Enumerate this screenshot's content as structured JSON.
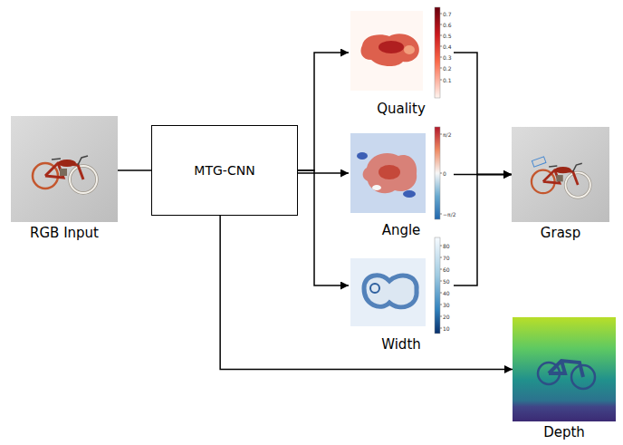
{
  "diagram": {
    "nodes": [
      {
        "text": [
          "RGB Input"
        ]
      },
      {
        "text": [
          "MTG-CNN"
        ]
      },
      {
        "text": [
          "Quality"
        ]
      },
      {
        "text": [
          "Angle"
        ]
      },
      {
        "text": [
          "Width"
        ]
      },
      {
        "text": [
          "Grasp"
        ]
      },
      {
        "text": [
          "Depth"
        ]
      }
    ],
    "edges": [
      {
        "from": 0,
        "to": 1,
        "arrow": "none"
      },
      {
        "from": 1,
        "to": 2,
        "arrow": "to"
      },
      {
        "from": 1,
        "to": 3,
        "arrow": "to"
      },
      {
        "from": 1,
        "to": 4,
        "arrow": "to"
      },
      {
        "from": 2,
        "to": 5,
        "arrow": "to"
      },
      {
        "from": 3,
        "to": 5,
        "arrow": "to"
      },
      {
        "from": 4,
        "to": 5,
        "arrow": "to"
      },
      {
        "from": 1,
        "to": 6,
        "arrow": "to"
      }
    ],
    "labels": [
      "0.7",
      "0.6",
      "0.5",
      "0.4",
      "0.3",
      "0.2",
      "0.1",
      "π/2",
      "0",
      "−π/2",
      "80",
      "70",
      "60",
      "50",
      "40",
      "30",
      "20",
      "10"
    ]
  }
}
